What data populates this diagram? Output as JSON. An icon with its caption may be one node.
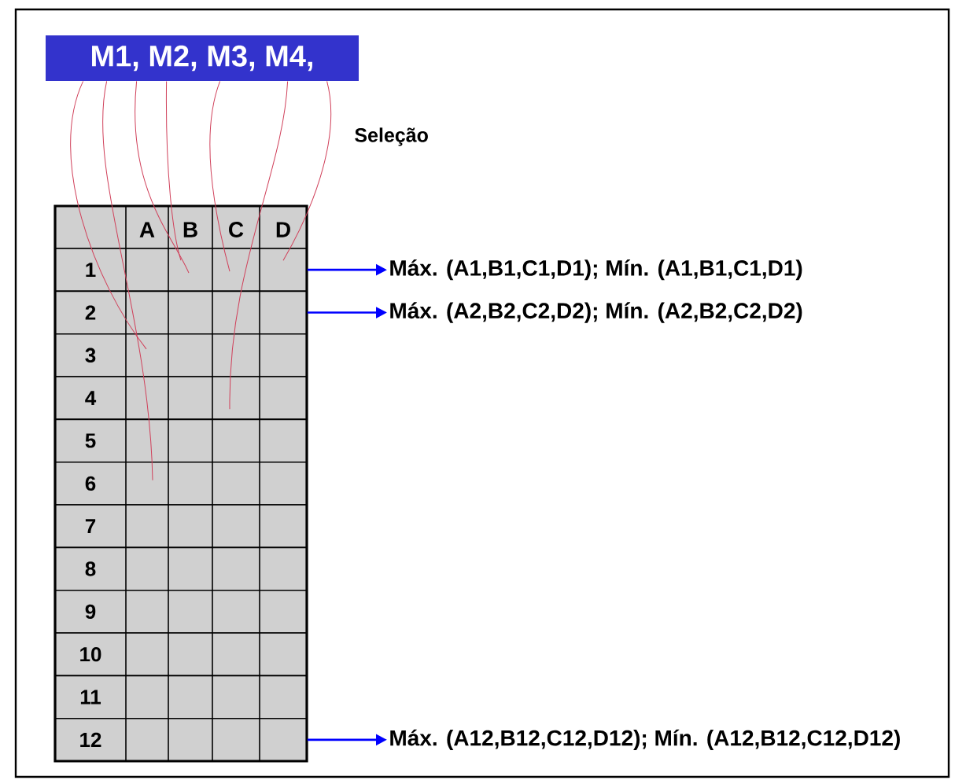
{
  "diagram": {
    "nodes": [
      {
        "text": [
          "M1, M2, M3, M4,"
        ]
      },
      {
        "text": [],
        "shape": "box"
      },
      {
        "text": [
          "1"
        ]
      },
      {
        "text": [
          "2"
        ]
      },
      {
        "text": [
          "3"
        ]
      },
      {
        "text": [
          "4"
        ]
      },
      {
        "text": [
          "5"
        ]
      },
      {
        "text": [
          "6"
        ]
      },
      {
        "text": [
          "7"
        ]
      },
      {
        "text": [
          "8"
        ]
      },
      {
        "text": [
          "9"
        ]
      },
      {
        "text": [
          "10"
        ]
      },
      {
        "text": [
          "11"
        ]
      },
      {
        "text": [
          "12"
        ]
      },
      {
        "text": [
          "Máx. (A1,B1,C1,D1); Mín. (A1,B1,C1,D1)"
        ]
      },
      {
        "text": [
          "Máx. (A2,B2,C2,D2); Mín. (A2,B2,C2,D2)"
        ]
      },
      {
        "text": [
          "Máx. (A12,B12,C12,D12); Mín. (A12,B12,C12,D12)"
        ]
      }
    ],
    "edges": [
      {
        "from": 0,
        "to": 4,
        "arrow": "none",
        "color": "#d0405a"
      },
      {
        "from": 0,
        "to": 7,
        "arrow": "none",
        "color": "#d0405a"
      },
      {
        "from": 0,
        "to": 2,
        "arrow": "none",
        "color": "#d0405a"
      },
      {
        "from": 0,
        "to": 2,
        "arrow": "none",
        "color": "#d0405a"
      },
      {
        "from": 0,
        "to": 2,
        "arrow": "none",
        "color": "#d0405a"
      },
      {
        "from": 0,
        "to": 5,
        "arrow": "none",
        "color": "#d0405a"
      },
      {
        "from": 0,
        "to": 2,
        "arrow": "none",
        "color": "#d0405a"
      },
      {
        "from": 2,
        "to": 14,
        "arrow": "to",
        "color": "#0000ff"
      },
      {
        "from": 3,
        "to": 15,
        "arrow": "to",
        "color": "#0000ff"
      },
      {
        "from": 13,
        "to": 16,
        "arrow": "to",
        "color": "#0000ff"
      }
    ],
    "labels": [
      "Seleção",
      "A",
      "B",
      "C",
      "D"
    ]
  }
}
